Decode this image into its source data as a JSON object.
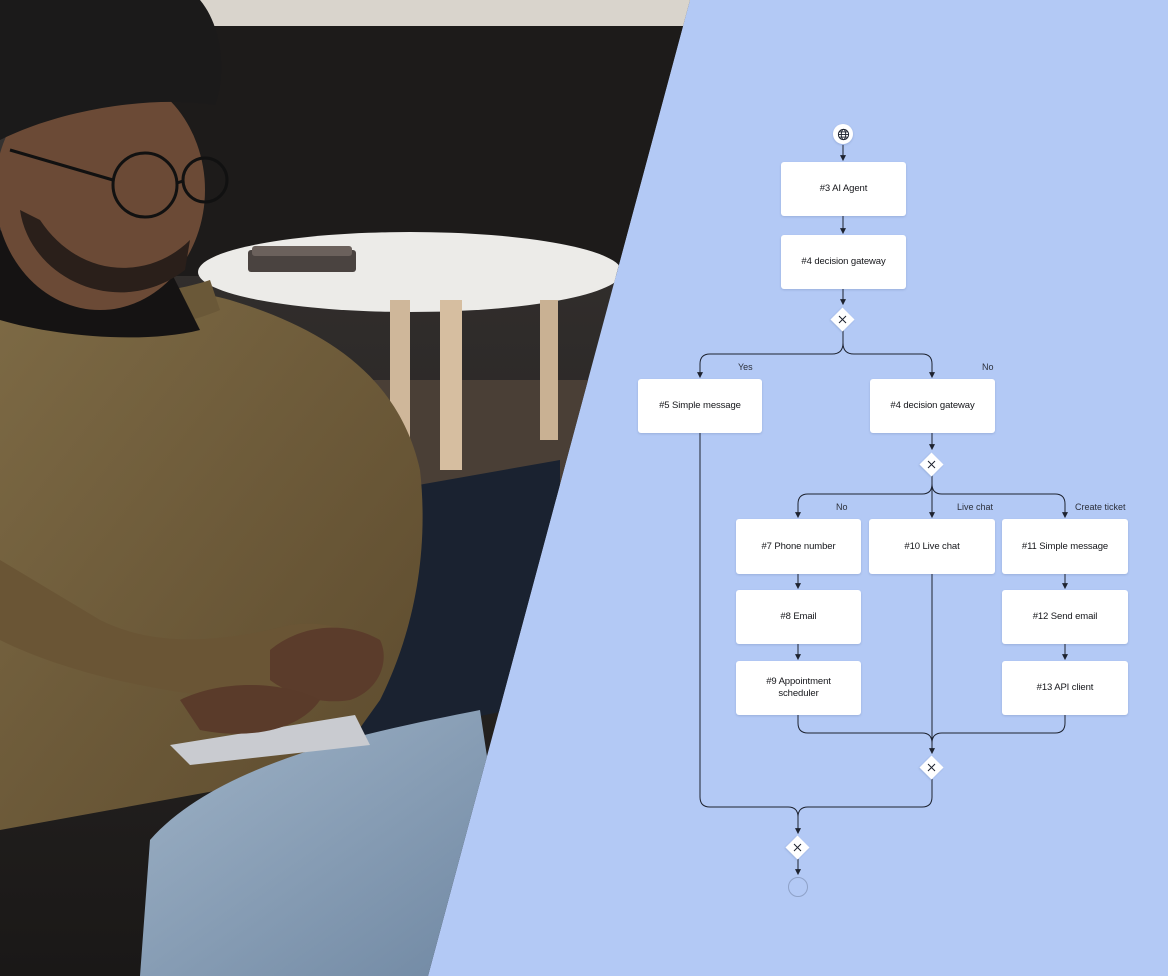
{
  "diagram": {
    "nodes": {
      "ai_agent": "#3 AI Agent",
      "decision_gateway_1": "#4 decision gateway",
      "simple_message_5": "#5 Simple message",
      "decision_gateway_2": "#4 decision gateway",
      "phone_number": "#7 Phone number",
      "email": "#8 Email",
      "appointment_scheduler": "#9 Appointment scheduler",
      "live_chat": "#10 Live chat",
      "simple_message_11": "#11 Simple message",
      "send_email": "#12 Send email",
      "api_client": "#13 API client"
    },
    "edge_labels": {
      "yes": "Yes",
      "no_first": "No",
      "no_second": "No",
      "live_chat": "Live chat",
      "create_ticket": "Create ticket"
    },
    "start_icon": "globe-icon",
    "gateway_icon": "close-x-icon"
  },
  "colors": {
    "diagram_background": "#b3c9f5",
    "node_fill": "#ffffff",
    "connector": "#1e2330"
  }
}
